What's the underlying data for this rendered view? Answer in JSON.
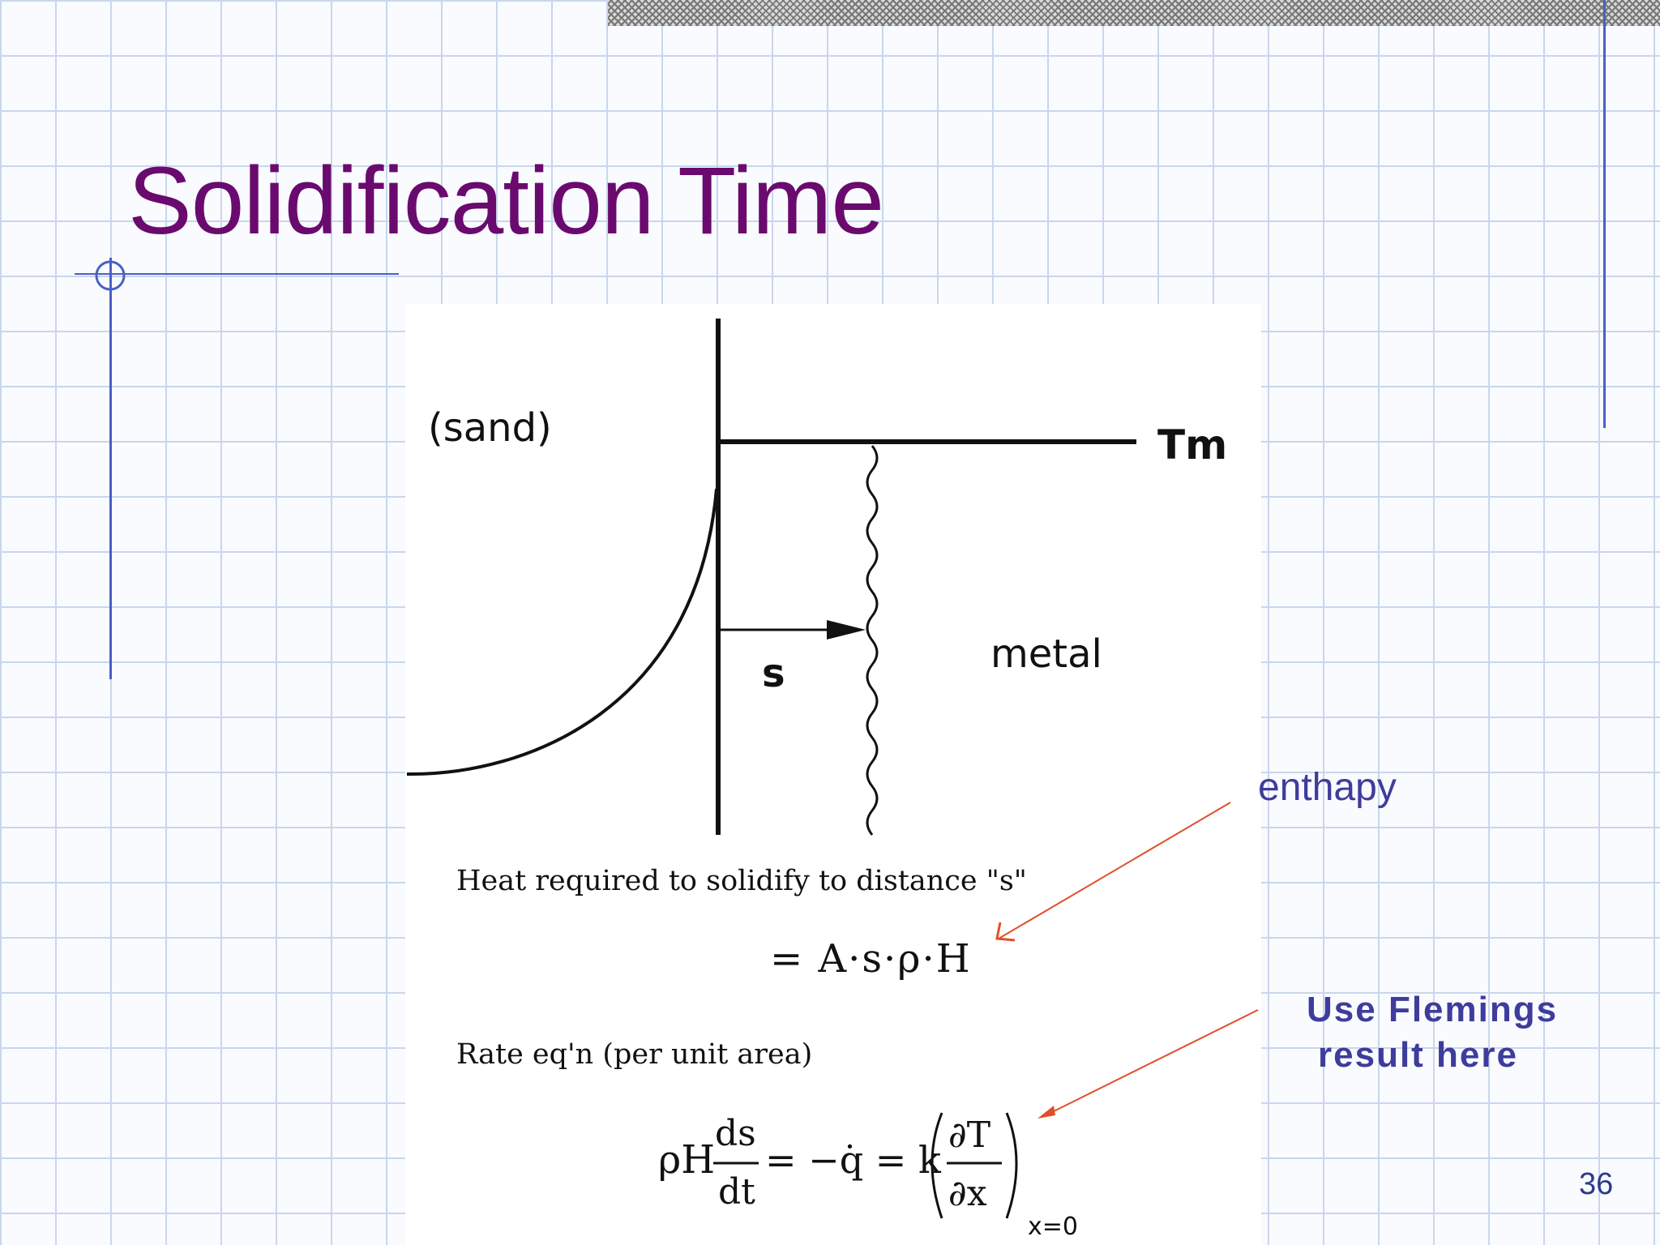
{
  "slide": {
    "title": "Solidification Time",
    "page_number": "36"
  },
  "diagram": {
    "label_sand": "(sand)",
    "label_tm": "Tm",
    "label_s": "s",
    "label_metal": "metal"
  },
  "equations": {
    "heat_text": "Heat required to solidify to distance \"s\"",
    "heat_eq": "= A·s·ρ·H",
    "rate_text": "Rate eq'n (per unit area)",
    "rate_eq": {
      "lhs": "ρH",
      "frac_num": "ds",
      "frac_den": "dt",
      "mid": "= −q̇ = k",
      "partial_num": "∂T",
      "partial_den": "∂x",
      "subscript": "x=0"
    }
  },
  "annotations": {
    "enthapy": "enthapy",
    "fleming_line1": "Use Flemings",
    "fleming_line2": "result here"
  },
  "colors": {
    "title": "#6a0a6e",
    "annotation": "#3e3c9c",
    "arrow": "#e0502a",
    "grid": "#c9d6ec",
    "accent_line": "#4a5fc6"
  }
}
